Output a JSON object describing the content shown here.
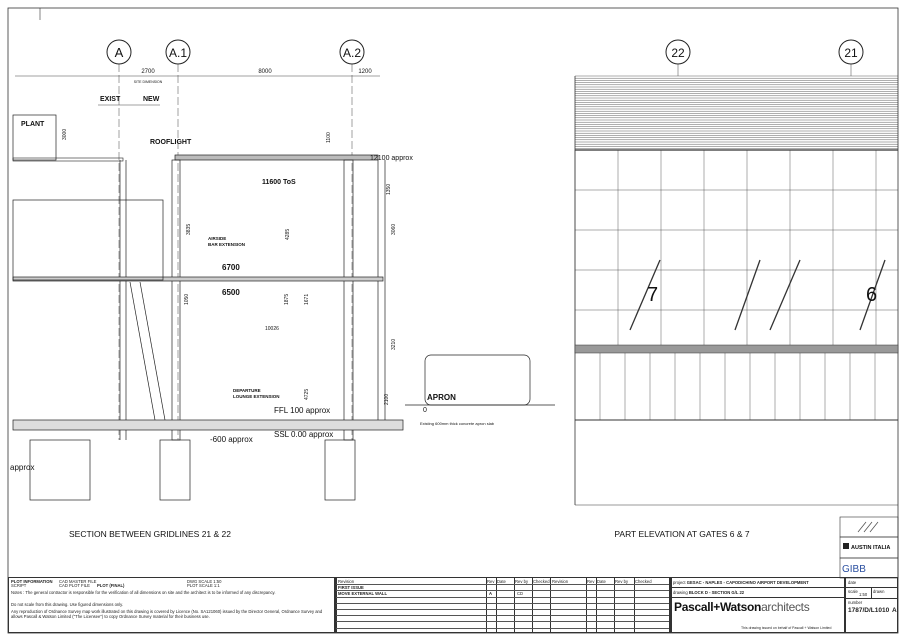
{
  "gridlines": {
    "section": [
      "A",
      "A.1",
      "A.2"
    ],
    "elevation": [
      "22",
      "21"
    ]
  },
  "dimensions": {
    "d1": "2700",
    "d2": "8000",
    "d3": "1200",
    "site": "SITE DIMENSION",
    "h3000": "3000",
    "h1100": "1100",
    "h3835": "3835",
    "h4285": "4285",
    "h3060": "3060",
    "h1050": "1050",
    "h1875": "1875",
    "h1671": "1671",
    "h10026": "10026",
    "h4725": "4725",
    "h3210": "3210",
    "h1350": "1350",
    "h2100": "2100"
  },
  "labels": {
    "exist": "EXIST",
    "new": "NEW",
    "plant": "PLANT",
    "rooflight": "ROOFLIGHT",
    "roof_level": "12100 approx",
    "tos": "11600 ToS",
    "airside": "AIRSIDE",
    "bar_ext": "BAR EXTENSION",
    "l6700": "6700",
    "l6500": "6500",
    "departure": "DEPARTURE",
    "lounge_ext": "LOUNGE EXTENSION",
    "ffl": "FFL 100 approx",
    "ssl": "SSL 0.00 approx",
    "minus600": "-600 approx",
    "apron": "APRON",
    "apron0": "0",
    "apron_slab": "Existing 600mm thick concrete apron slab",
    "approx_left": "approx",
    "gate7": "7",
    "gate6": "6"
  },
  "titles": {
    "section": "SECTION BETWEEN GRIDLINES 21 & 22",
    "elevation": "PART ELEVATION AT GATES 6 & 7"
  },
  "title_block": {
    "plot_info": "PLOT INFORMATION",
    "script": "SCRIPT",
    "cad_master": "CAD MASTER FILE",
    "cad_plot": "CAD PLOT FILE",
    "plot_final": "PLOT (FINAL)",
    "dwg_scale": "DWG SCALE 1:50",
    "plot_scale": "PLOT SCALE 1:1",
    "notes": [
      "Notes : The general contractor is responsible for the verification of all dimensions on site and the architect is to be informed of any discrepancy.",
      "Do not scale from this drawing. Use figured dimensions only.",
      "Any reproduction of Ordnance Survey map work illustrated on this drawing is covered by Licence (No. SA121060) issued by the Director General, Ordnance Survey and allows Pascall & Watson Limited (\"The Licensee\") to copy Ordnance Survey material for their business use."
    ],
    "rev_headers": [
      "Revision",
      "Rev",
      "Date",
      "Rev by",
      "Checked"
    ],
    "revisions": [
      {
        "desc": "FIRST ISSUE",
        "rev": "",
        "date": "",
        "by": "",
        "chk": ""
      },
      {
        "desc": "MOVE EXTERNAL WALL",
        "rev": "A",
        "date": "",
        "by": "CD",
        "chk": ""
      }
    ],
    "rev_headers2": [
      "Revision",
      "Rev",
      "Date",
      "Rev by",
      "Checked"
    ],
    "project_label": "project",
    "project": "GESAC - NAPLES - CAPODICHINO AIRPORT DEVELOPMENT",
    "drawing_label": "drawing",
    "drawing": "BLOCK D - SECTION G/L 22",
    "firm": "Pascall+Watson",
    "firm_suffix": "architects",
    "issued": "This drawing issued on behalf of Pascall + Watson Limited",
    "date_label": "date",
    "scale_label": "scale",
    "scale": "1:50",
    "drawn_label": "drawn",
    "number_label": "number",
    "number": "1787/D/L1010",
    "rev": "A"
  },
  "logos": {
    "austin": "AUSTIN ITALIA",
    "gibb": "GIBB"
  }
}
